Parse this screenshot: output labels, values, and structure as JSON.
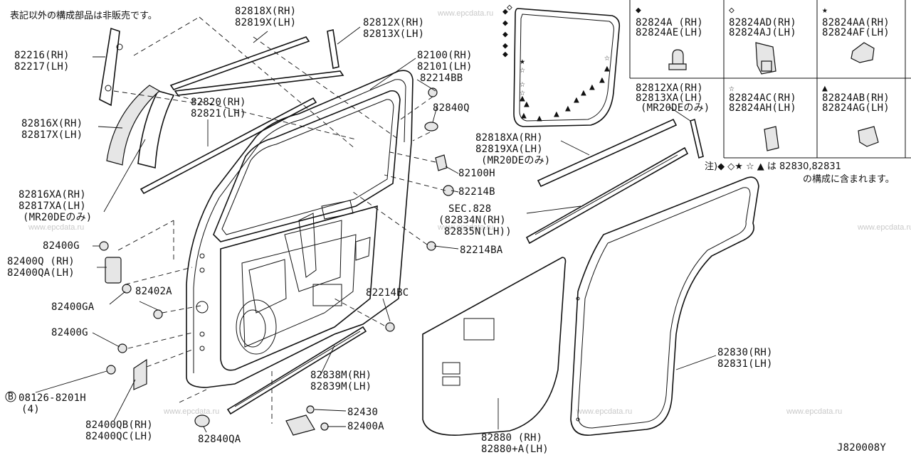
{
  "diagram": {
    "id": "J820008Y",
    "note_top_jp": "表記以外の構成部品は非販売です。",
    "note_bottom_line1": "注)◆ ◇★ ☆ ▲ は 82830,82831",
    "note_bottom_line2": "の構成に含まれます。",
    "watermark": "www.epcdata.ru",
    "labels": [
      {
        "key": "l82818x_1",
        "text": "82818X(RH)"
      },
      {
        "key": "l82818x_2",
        "text": "82819X(LH)"
      },
      {
        "key": "l82812x_1",
        "text": "82812X(RH)"
      },
      {
        "key": "l82812x_2",
        "text": "82813X(LH)"
      },
      {
        "key": "l82216_1",
        "text": "82216(RH)"
      },
      {
        "key": "l82216_2",
        "text": "82217(LH)"
      },
      {
        "key": "l82100_1",
        "text": "82100(RH)"
      },
      {
        "key": "l82100_2",
        "text": "82101(LH)"
      },
      {
        "key": "l82214bb",
        "text": "82214BB"
      },
      {
        "key": "l82820_1",
        "text": "82820(RH)"
      },
      {
        "key": "l82820_2",
        "text": "82821(LH)"
      },
      {
        "key": "l82840q",
        "text": "82840Q"
      },
      {
        "key": "l82816x_1",
        "text": "82816X(RH)"
      },
      {
        "key": "l82816x_2",
        "text": "82817X(LH)"
      },
      {
        "key": "l82100h",
        "text": "82100H"
      },
      {
        "key": "l82214b",
        "text": "82214B"
      },
      {
        "key": "l82816xa_1",
        "text": "82816XA(RH)"
      },
      {
        "key": "l82816xa_2",
        "text": "82817XA(LH)"
      },
      {
        "key": "l82816xa_3",
        "text": "(MR20DEのみ)"
      },
      {
        "key": "lsec_1",
        "text": "SEC.828"
      },
      {
        "key": "lsec_2",
        "text": "(82834N(RH)"
      },
      {
        "key": "lsec_3",
        "text": "82835N(LH))"
      },
      {
        "key": "l82214ba",
        "text": "82214BA"
      },
      {
        "key": "l82400g_a",
        "text": "82400G"
      },
      {
        "key": "l82400q_1",
        "text": "82400Q (RH)"
      },
      {
        "key": "l82400q_2",
        "text": "82400QA(LH)"
      },
      {
        "key": "l82402a",
        "text": "82402A"
      },
      {
        "key": "l82214bc",
        "text": "82214BC"
      },
      {
        "key": "l82400ga",
        "text": "82400GA"
      },
      {
        "key": "l82400g_b",
        "text": "82400G"
      },
      {
        "key": "l82838m_1",
        "text": "82838M(RH)"
      },
      {
        "key": "l82838m_2",
        "text": "82839M(LH)"
      },
      {
        "key": "l08126_1",
        "text": "08126-8201H"
      },
      {
        "key": "l08126_2",
        "text": "(4)"
      },
      {
        "key": "l82430",
        "text": "82430"
      },
      {
        "key": "l82400a",
        "text": "82400A"
      },
      {
        "key": "l82400qb_1",
        "text": "82400QB(RH)"
      },
      {
        "key": "l82400qb_2",
        "text": "82400QC(LH)"
      },
      {
        "key": "l82840qa",
        "text": "82840QA"
      },
      {
        "key": "l82880_1",
        "text": "82880 (RH)"
      },
      {
        "key": "l82880_2",
        "text": "82880+A(LH)"
      },
      {
        "key": "l82830_1",
        "text": "82830(RH)"
      },
      {
        "key": "l82830_2",
        "text": "82831(LH)"
      },
      {
        "key": "l82818xa_1",
        "text": "82818XA(RH)"
      },
      {
        "key": "l82818xa_2",
        "text": "82819XA(LH)"
      },
      {
        "key": "l82818xa_3",
        "text": "(MR20DEのみ)"
      },
      {
        "key": "l82812xa_1",
        "text": "82812XA(RH)"
      },
      {
        "key": "l82812xa_2",
        "text": "82813XA(LH)"
      },
      {
        "key": "l82812xa_3",
        "text": "(MR20DEのみ)"
      },
      {
        "key": "l82824a_1",
        "text": "82824A (RH)"
      },
      {
        "key": "l82824a_2",
        "text": "82824AE(LH)"
      },
      {
        "key": "l82824ad_1",
        "text": "82824AD(RH)"
      },
      {
        "key": "l82824ad_2",
        "text": "82824AJ(LH)"
      },
      {
        "key": "l82824aa_1",
        "text": "82824AA(RH)"
      },
      {
        "key": "l82824aa_2",
        "text": "82824AF(LH)"
      },
      {
        "key": "l82824ac_1",
        "text": "82824AC(RH)"
      },
      {
        "key": "l82824ac_2",
        "text": "82824AH(LH)"
      },
      {
        "key": "l82824ab_1",
        "text": "82824AB(RH)"
      },
      {
        "key": "l82824ab_2",
        "text": "82824AG(LH)"
      }
    ],
    "symbols": {
      "filled_diamond": "◆",
      "open_diamond": "◇",
      "filled_star": "★",
      "open_star": "☆",
      "filled_triangle": "▲",
      "circled_b": "B"
    }
  }
}
